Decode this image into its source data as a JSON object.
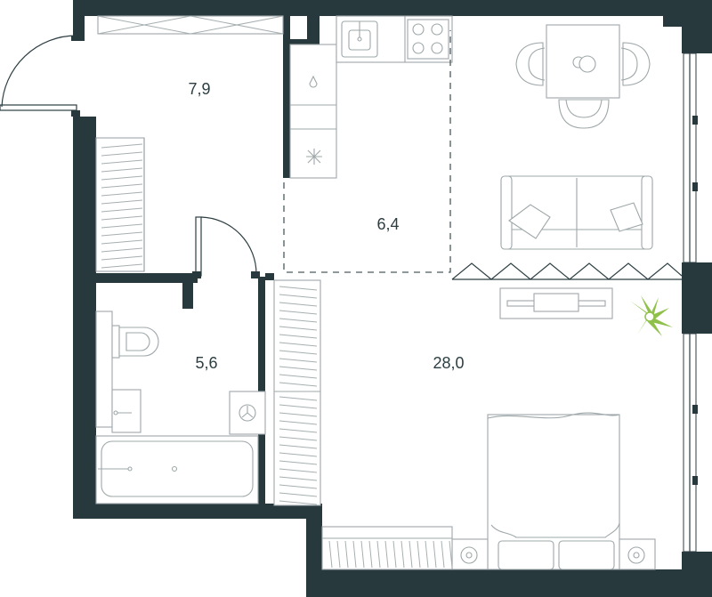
{
  "rooms": {
    "hall": {
      "area": "7,9"
    },
    "kitchen": {
      "area": "6,4"
    },
    "bathroom": {
      "area": "5,6"
    },
    "living": {
      "area": "28,0"
    }
  },
  "colors": {
    "wall": "#27393d",
    "furniture_stroke": "#9ea7a9",
    "plant": "#8fc14a",
    "background": "#ffffff"
  }
}
